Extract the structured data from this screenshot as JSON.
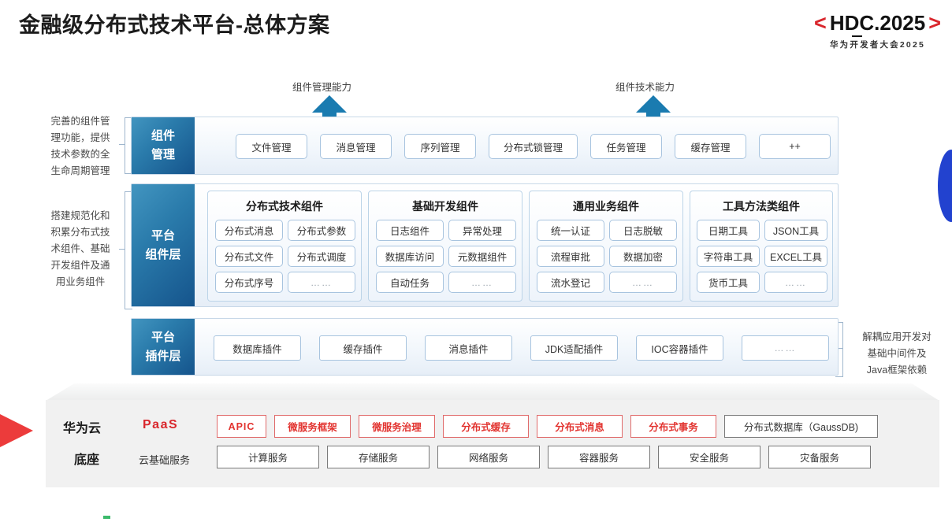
{
  "header": {
    "title": "金融级分布式技术平台-总体方案",
    "logo": {
      "bracket_left": "<",
      "bracket_right": ">",
      "main": "HDC.2025",
      "sub": "华为开发者大会2025",
      "accent_color": "#d9262c"
    }
  },
  "arrows": [
    {
      "label": "组件管理能力"
    },
    {
      "label": "组件技术能力"
    }
  ],
  "side_notes": {
    "left": [
      "完善的组件管理功能，提供技术参数的全生命周期管理",
      "搭建规范化和积累分布式技术组件、基础开发组件及通用业务组件"
    ],
    "left_lines": [
      [
        "完善的组件管",
        "理功能，提供",
        "技术参数的全",
        "生命周期管理"
      ],
      [
        "搭建规范化和",
        "积累分布式技",
        "术组件、基础",
        "开发组件及通",
        "用业务组件"
      ]
    ],
    "right_lines": [
      "解耦应用开发对",
      "基础中间件及",
      "Java框架依赖"
    ]
  },
  "component_mgmt": {
    "tab_lines": [
      "组件",
      "管理"
    ],
    "chips": [
      "文件管理",
      "消息管理",
      "序列管理",
      "分布式锁管理",
      "任务管理",
      "缓存管理",
      "++"
    ]
  },
  "platform_component_layer": {
    "tab_lines": [
      "平台",
      "组件层"
    ],
    "groups": [
      {
        "title": "分布式技术组件",
        "items": [
          "分布式消息",
          "分布式参数",
          "分布式文件",
          "分布式调度",
          "分布式序号",
          "……"
        ]
      },
      {
        "title": "基础开发组件",
        "items": [
          "日志组件",
          "异常处理",
          "数据库访问",
          "元数据组件",
          "自动任务",
          "……"
        ]
      },
      {
        "title": "通用业务组件",
        "items": [
          "统一认证",
          "日志脱敏",
          "流程审批",
          "数据加密",
          "流水登记",
          "……"
        ]
      },
      {
        "title": "工具方法类组件",
        "items": [
          "日期工具",
          "JSON工具",
          "字符串工具",
          "EXCEL工具",
          "货币工具",
          "……"
        ]
      }
    ]
  },
  "platform_plugin_layer": {
    "tab_lines": [
      "平台",
      "插件层"
    ],
    "chips": [
      "数据库插件",
      "缓存插件",
      "消息插件",
      "JDK适配插件",
      "IOC容器插件",
      "……"
    ]
  },
  "base": {
    "title_lines": [
      "华为云",
      "底座"
    ],
    "paas_label": "PaaS",
    "cloud_label": "云基础服务",
    "paas_items": [
      {
        "label": "APIC",
        "style": "red"
      },
      {
        "label": "微服务框架",
        "style": "red"
      },
      {
        "label": "微服务治理",
        "style": "red"
      },
      {
        "label": "分布式缓存",
        "style": "red"
      },
      {
        "label": "分布式消息",
        "style": "red"
      },
      {
        "label": "分布式事务",
        "style": "red"
      },
      {
        "label": "分布式数据库（GaussDB)",
        "style": "gray"
      }
    ],
    "cloud_items": [
      "计算服务",
      "存储服务",
      "网络服务",
      "容器服务",
      "安全服务",
      "灾备服务"
    ]
  },
  "colors": {
    "accent_red": "#d9262c",
    "accent_blue": "#15548c",
    "panel_border": "#c8d8e8",
    "chip_border": "#a8c4df"
  }
}
